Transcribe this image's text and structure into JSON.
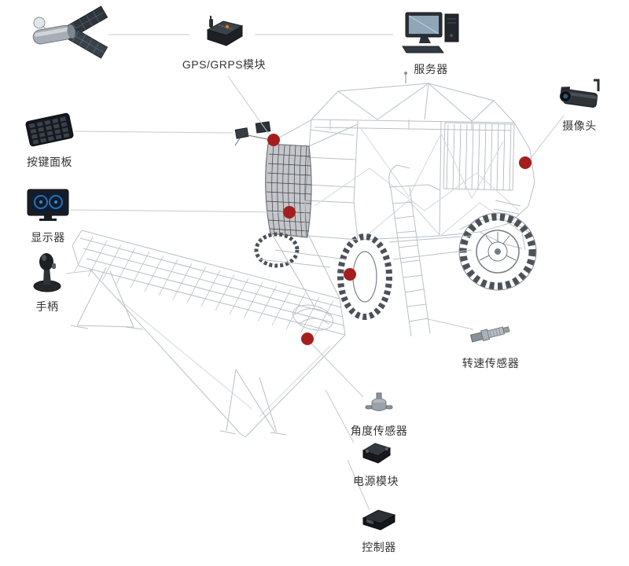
{
  "diagram": {
    "type": "component-callout-diagram",
    "nodes": {
      "satellite": {
        "label": "",
        "icon": "satellite-icon"
      },
      "gps_module": {
        "label": "GPS/GRPS模块",
        "icon": "gps-module-icon"
      },
      "server": {
        "label": "服务器",
        "icon": "server-icon"
      },
      "camera": {
        "label": "摄像头",
        "icon": "camera-icon"
      },
      "keypad": {
        "label": "按键面板",
        "icon": "keypad-icon"
      },
      "display": {
        "label": "显示器",
        "icon": "display-icon"
      },
      "joystick": {
        "label": "手柄",
        "icon": "joystick-icon"
      },
      "rpm_sensor": {
        "label": "转速传感器",
        "icon": "rpm-sensor-icon"
      },
      "angle_sensor": {
        "label": "角度传感器",
        "icon": "angle-sensor-icon"
      },
      "power_module": {
        "label": "电源模块",
        "icon": "power-module-icon"
      },
      "controller": {
        "label": "控制器",
        "icon": "controller-icon"
      }
    },
    "connections": [
      {
        "from": "satellite",
        "to": "gps_module"
      },
      {
        "from": "gps_module",
        "to": "server"
      },
      {
        "from": "gps_module",
        "to": "machine"
      },
      {
        "from": "camera",
        "to": "machine"
      },
      {
        "from": "keypad",
        "to": "machine"
      },
      {
        "from": "display",
        "to": "machine"
      },
      {
        "from": "joystick",
        "to": "machine"
      },
      {
        "from": "rpm_sensor",
        "to": "machine"
      },
      {
        "from": "angle_sensor",
        "to": "machine"
      },
      {
        "from": "power_module",
        "to": "machine"
      },
      {
        "from": "controller",
        "to": "machine"
      }
    ],
    "colors": {
      "marker": "#a51e1e",
      "connector": "#c9c9c9",
      "label_text": "#333333",
      "wireframe": "#b9c0c7",
      "background": "#ffffff"
    }
  }
}
